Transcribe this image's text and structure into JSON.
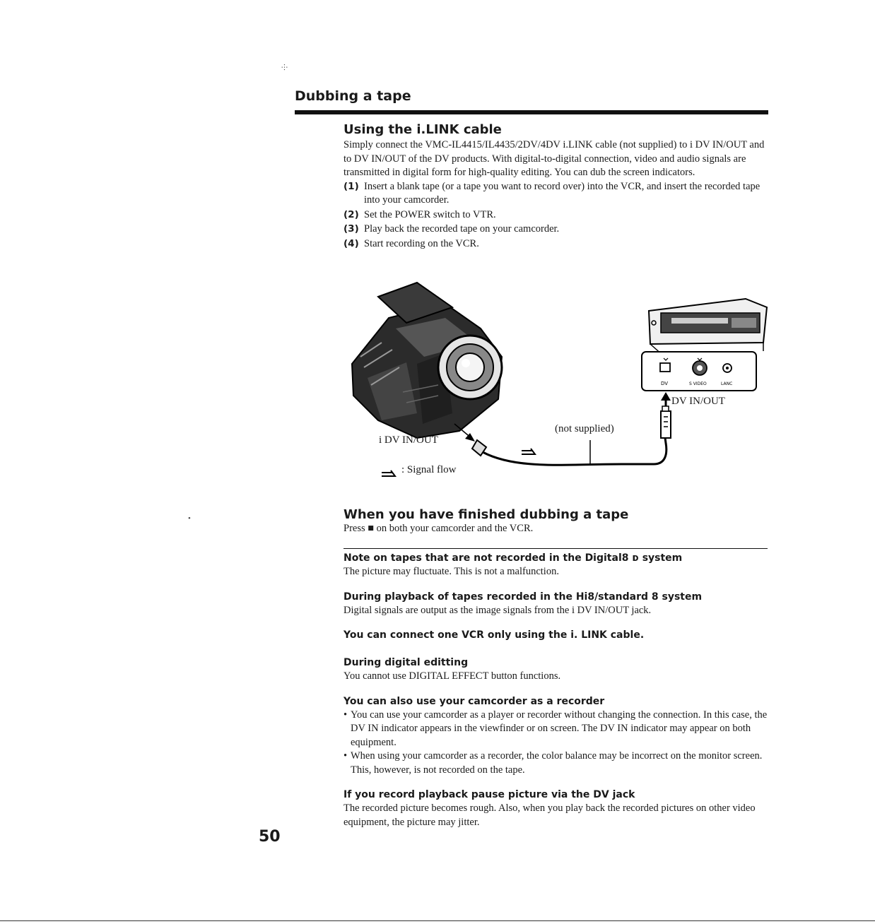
{
  "page": {
    "section_title": "Dubbing a tape",
    "page_number": "50"
  },
  "ilink": {
    "heading": "Using the i.LINK cable",
    "intro": "Simply connect the VMC-IL4415/IL4435/2DV/4DV i.LINK cable (not supplied) to i DV IN/OUT and to DV IN/OUT of the DV products. With digital-to-digital connection, video and audio signals are transmitted in digital form for high-quality editing. You can dub the screen indicators.",
    "steps": [
      {
        "num": "(1)",
        "text": "Insert a blank tape (or a tape you want to record over) into the VCR, and insert the recorded tape into your camcorder."
      },
      {
        "num": "(2)",
        "text": "Set the POWER switch to VTR."
      },
      {
        "num": "(3)",
        "text": "Play back the recorded tape on your camcorder."
      },
      {
        "num": "(4)",
        "text": "Start recording on the VCR."
      }
    ]
  },
  "figure": {
    "camcorder_jack_label": "i DV IN/OUT",
    "vcr_jack_label": "DV IN/OUT",
    "cable_label": "(not supplied)",
    "legend_text": ": Signal flow",
    "panel_labels": {
      "dv": "DV",
      "svideo": "S VIDEO",
      "lanc": "LANC"
    }
  },
  "finished": {
    "heading": "When you have finished dubbing a tape",
    "text": "Press ■ on both your camcorder and the VCR."
  },
  "notes": [
    {
      "heading": "Note on tapes that are not recorded in the Digital8 ᴅ system",
      "text": "The picture may fluctuate. This is not a malfunction."
    },
    {
      "heading": "During playback of tapes recorded in the Hi8/standard 8 system",
      "text": "Digital signals are output as the image signals from the i DV IN/OUT jack."
    },
    {
      "heading": "You can connect one VCR only using the i. LINK cable.",
      "text": ""
    },
    {
      "heading": "During digital editting",
      "text": "You cannot use DIGITAL EFFECT button functions."
    },
    {
      "heading": "You can also use your camcorder as a recorder",
      "bullets": [
        "You can use your camcorder as a player or recorder without changing the connection. In this case, the DV IN indicator appears in the viewfinder or on screen. The DV IN indicator may appear on both equipment.",
        "When using your camcorder as a recorder, the color balance may be incorrect on the monitor screen. This, however, is not recorded on the tape."
      ]
    },
    {
      "heading": "If you record playback pause picture via the DV jack",
      "text": "The recorded picture becomes rough. Also, when you play back the recorded pictures on other video equipment, the picture may jitter."
    }
  ],
  "colors": {
    "ink": "#1a1a1a",
    "paper": "#ffffff"
  }
}
